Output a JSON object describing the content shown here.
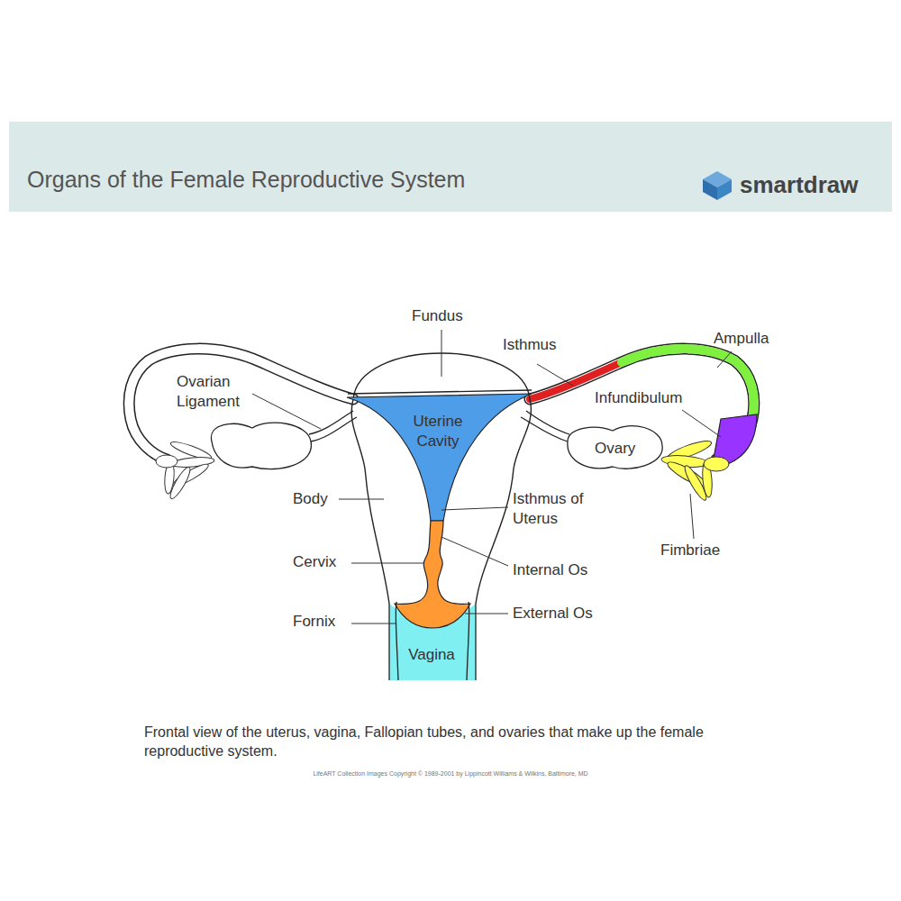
{
  "diagram": {
    "title": "Organs of the Female Reproductive System",
    "caption": "Frontal view of the uterus, vagina, Fallopian tubes, and ovaries that make up the female reproductive system.",
    "labels": [
      "smartdraw",
      "Fundus",
      "Isthmus",
      "Ampulla",
      "Ovarian Ligament",
      "Uterine Cavity",
      "Infundibulum",
      "Ovary",
      "Body",
      "Isthmus of Uterus",
      "Cervix",
      "Internal Os",
      "Fimbriae",
      "Fornix",
      "External Os",
      "Vagina",
      "LifeART Collection Images Copyright © 1989-2001 by Lippincott Williams & Wilkins, Baltimore, MD"
    ]
  }
}
